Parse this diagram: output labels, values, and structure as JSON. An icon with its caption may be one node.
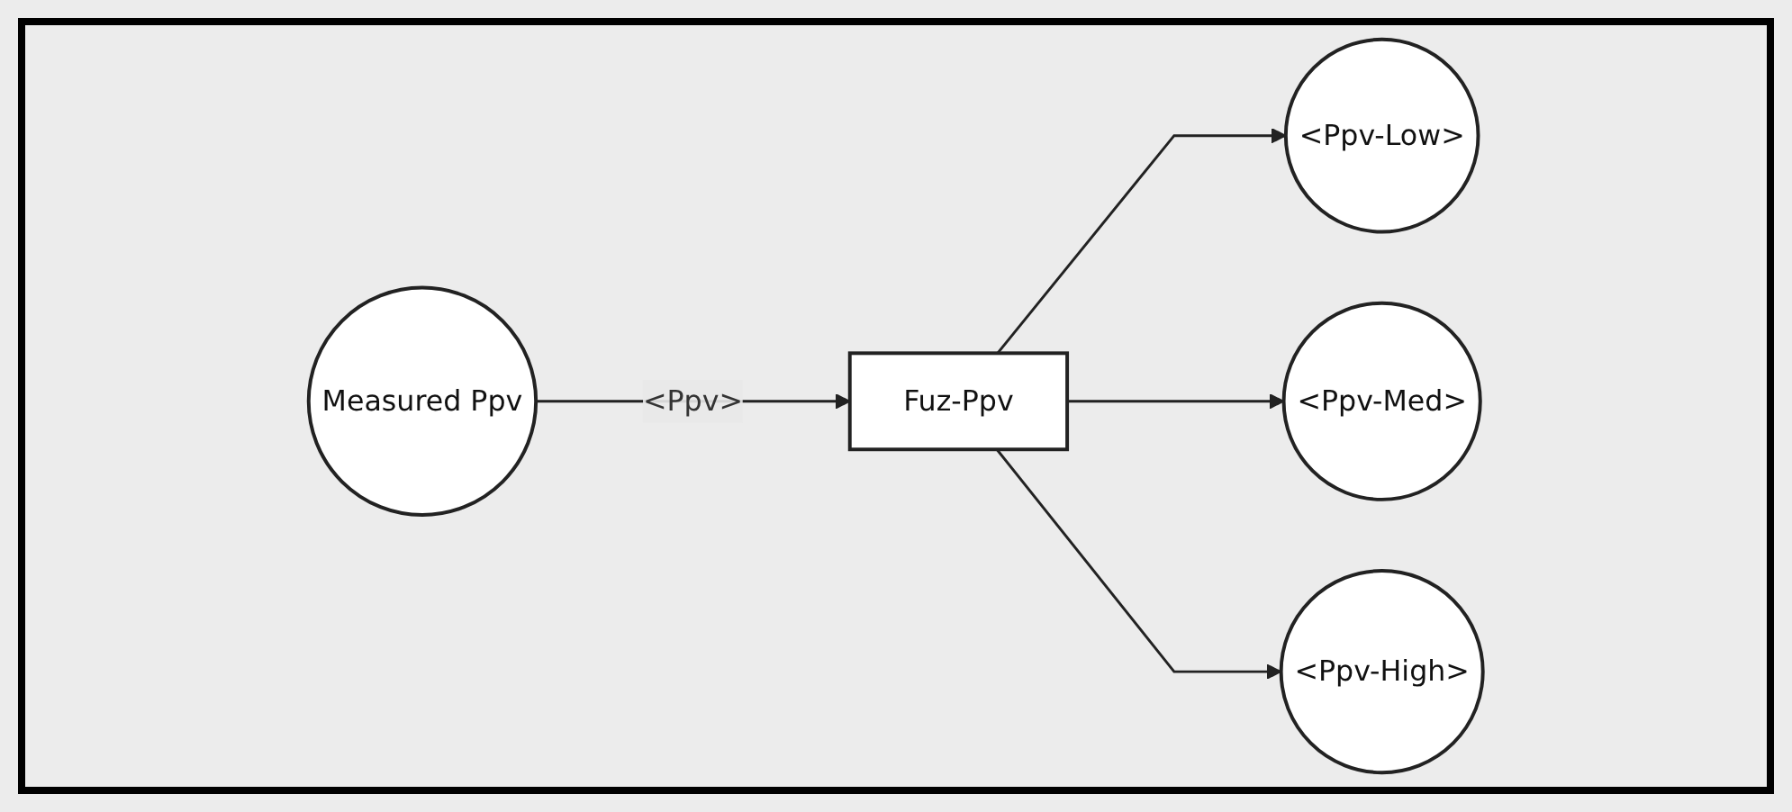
{
  "diagram": {
    "nodes": [
      {
        "text": [
          "Measured Ppv"
        ]
      },
      {
        "text": [
          "Fuz-Ppv"
        ]
      },
      {
        "text": [
          "<Ppv-Low>"
        ]
      },
      {
        "text": [
          "<Ppv-Med>"
        ]
      },
      {
        "text": [
          "<Ppv-High>"
        ]
      }
    ],
    "edges": [
      {
        "from": 0,
        "to": 1,
        "arrow": "to",
        "label": "<Ppv>"
      },
      {
        "from": 1,
        "to": 2,
        "arrow": "to"
      },
      {
        "from": 1,
        "to": 3,
        "arrow": "to"
      },
      {
        "from": 1,
        "to": 4,
        "arrow": "to"
      }
    ]
  }
}
